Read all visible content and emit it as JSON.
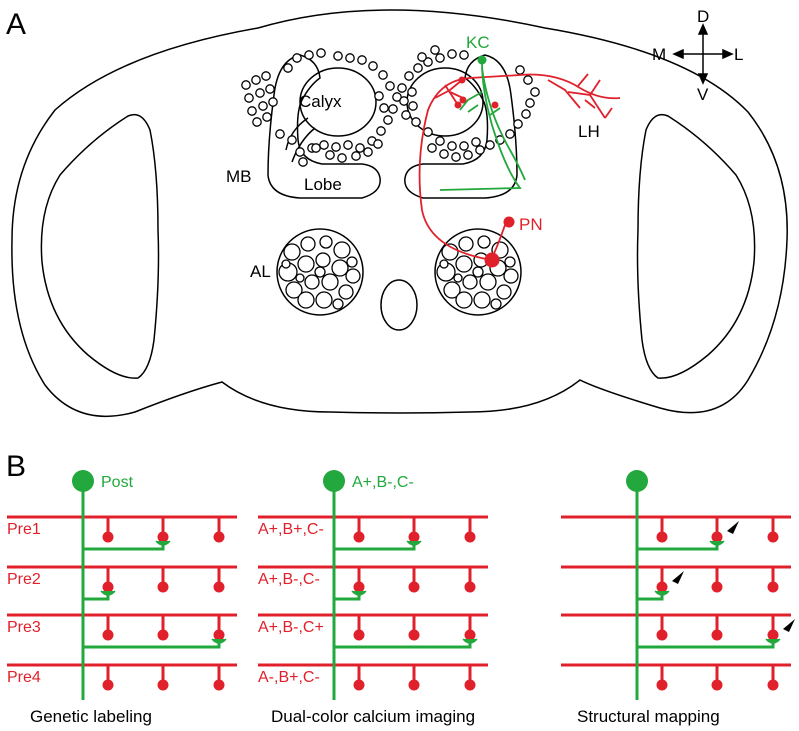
{
  "panels": {
    "a": {
      "letter": "A",
      "labels": {
        "calyx": "Calyx",
        "mb": "MB",
        "lobe": "Lobe",
        "al": "AL",
        "kc": "KC",
        "lh": "LH",
        "pn": "PN"
      },
      "compass": {
        "dorsal": "D",
        "ventral": "V",
        "medial": "M",
        "lateral": "L"
      }
    },
    "b": {
      "letter": "B",
      "diagrams": [
        {
          "post_label": "Post",
          "row_labels": [
            "Pre1",
            "Pre2",
            "Pre3",
            "Pre4"
          ],
          "connected_synapse": [
            1,
            0,
            2,
            null
          ],
          "arrowheads": false,
          "caption": "Genetic labeling"
        },
        {
          "post_label": "A+,B-,C-",
          "row_labels": [
            "A+,B+,C-",
            "A+,B-,C-",
            "A+,B-,C+",
            "A-,B+,C-"
          ],
          "connected_synapse": [
            1,
            0,
            2,
            null
          ],
          "arrowheads": false,
          "caption": "Dual-color calcium imaging"
        },
        {
          "post_label": "",
          "row_labels": [
            "",
            "",
            "",
            ""
          ],
          "connected_synapse": [
            1,
            0,
            2,
            null
          ],
          "arrowheads": true,
          "caption": "Structural mapping"
        }
      ]
    }
  },
  "colors": {
    "pre_neuron": "#e0212b",
    "post_neuron": "#22a83c",
    "outline": "#000000"
  }
}
